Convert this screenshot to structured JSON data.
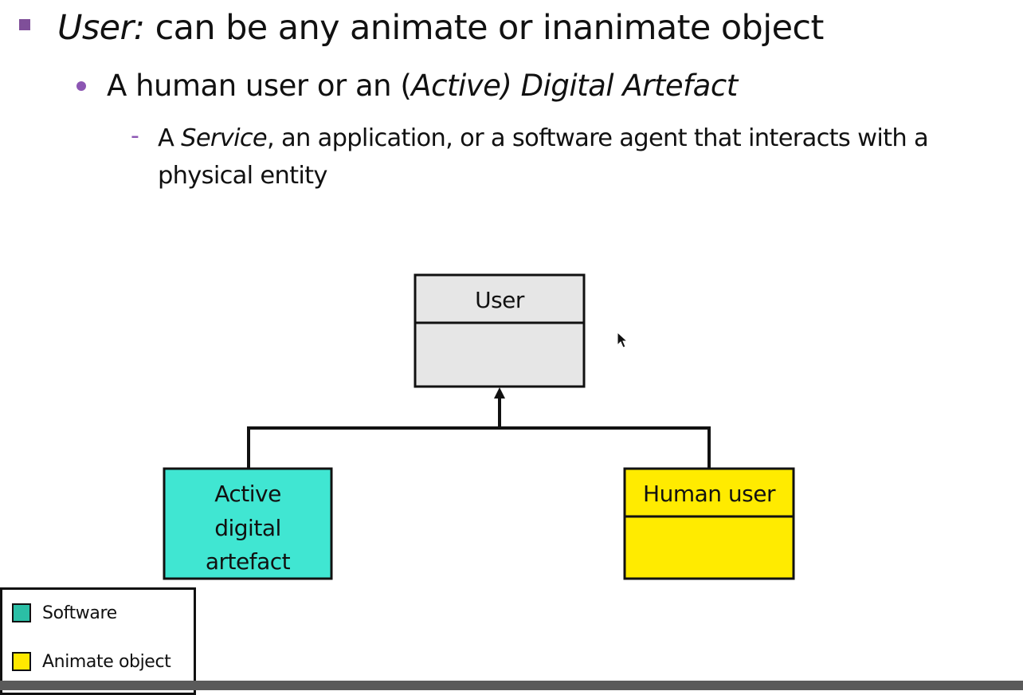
{
  "slide": {
    "line1": {
      "term": "User:",
      "rest": " can be any animate or inanimate object"
    },
    "line2": {
      "prefix": "A human user or an (",
      "italic": "Active) Digital Artefact"
    },
    "line3": {
      "dash": "-",
      "prefix": "A ",
      "italic": "Service",
      "rest": ", an application, or a software agent that interacts with a physical entity"
    }
  },
  "diagram": {
    "parent": {
      "label": "User"
    },
    "children": [
      {
        "label_lines": [
          "Active",
          "digital",
          "artefact"
        ]
      },
      {
        "label": "Human user"
      }
    ]
  },
  "legend": {
    "items": [
      {
        "label": "Software",
        "color": "#2bbfa6"
      },
      {
        "label": "Animate object",
        "color": "#ffe800"
      }
    ]
  },
  "colors": {
    "accent": "#7f4f99",
    "user_box": "#e6e6e6",
    "artefact_box": "#40e6d2",
    "human_box": "#ffeb00"
  },
  "icons": {
    "cursor": "mouse-pointer-icon"
  }
}
